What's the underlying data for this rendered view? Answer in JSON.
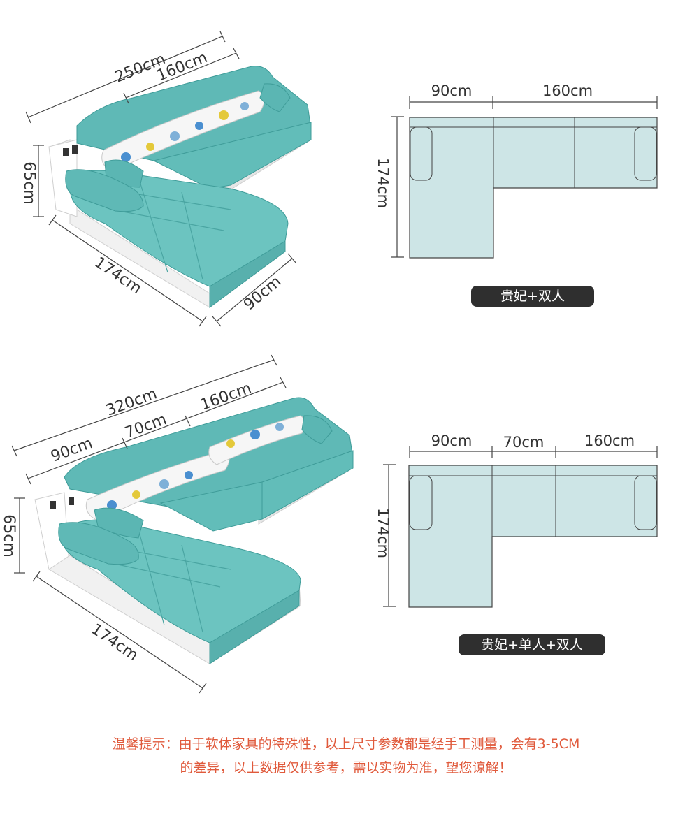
{
  "configs": [
    {
      "name": "贵妃+双人",
      "sofa_dims": {
        "total_width": "250cm",
        "seat_width": "160cm",
        "height": "65cm",
        "chaise_length": "174cm",
        "chaise_width": "90cm"
      },
      "plan_dims": {
        "top": [
          "90cm",
          "160cm"
        ],
        "side": "174cm"
      }
    },
    {
      "name": "贵妃+单人+双人",
      "sofa_dims": {
        "total_width": "320cm",
        "chaise_width": "90cm",
        "single_width": "70cm",
        "double_width": "160cm",
        "height": "65cm",
        "chaise_length": "174cm"
      },
      "plan_dims": {
        "top": [
          "90cm",
          "70cm",
          "160cm"
        ],
        "side": "174cm"
      }
    }
  ],
  "note": {
    "line1": "温馨提示：由于软体家具的特殊性，以上尺寸参数都是经手工测量，会有3-5CM",
    "line2": "的差异，以上数据仅供参考，需以实物为准，望您谅解！"
  },
  "colors": {
    "fabric": "#5fb9b6",
    "fabric_dark": "#3f9c99",
    "base_white": "#f2f2f2",
    "plan_fill": "#cde5e6",
    "note_red": "#e05a3c",
    "badge_bg": "#2f2f2f"
  }
}
